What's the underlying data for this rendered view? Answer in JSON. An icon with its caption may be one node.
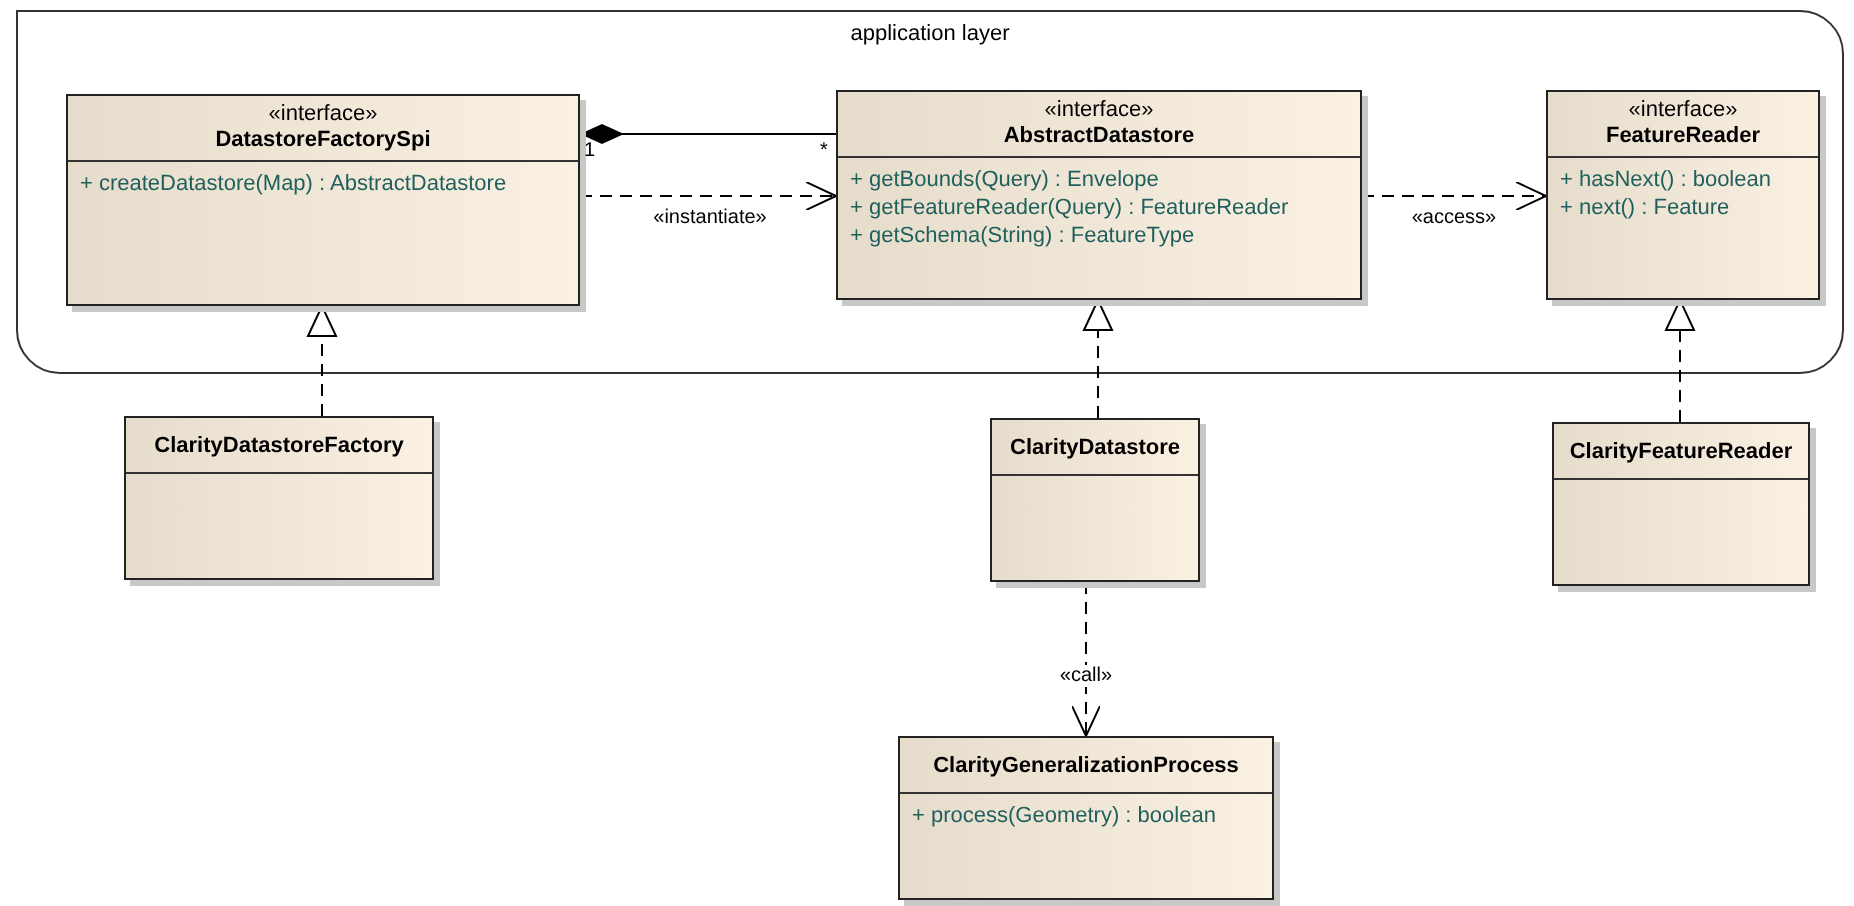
{
  "diagram": {
    "nodes": [
      {
        "text": [
          "application layer"
        ]
      },
      {
        "text": [
          "«interface» **DatastoreFactorySpi**",
          "+ createDatastore(Map) : AbstractDatastore"
        ],
        "in": 0
      },
      {
        "text": [
          "«interface» **AbstractDatastore**",
          "+ getBounds(Query) : Envelope",
          "+ getFeatureReader(Query) : FeatureReader",
          "+ getSchema(String) : FeatureType"
        ],
        "in": 0
      },
      {
        "text": [
          "«interface» **FeatureReader**",
          "+ hasNext() : boolean",
          "+ next() : Feature"
        ],
        "in": 0
      },
      {
        "text": [
          "ClarityDatastoreFactory"
        ]
      },
      {
        "text": [
          "ClarityDatastore"
        ]
      },
      {
        "text": [
          "ClarityFeatureReader"
        ]
      },
      {
        "text": [
          "ClarityGeneralizationProcess",
          "+ process(Geometry) : boolean"
        ]
      }
    ],
    "edges": [
      {
        "from": 1,
        "to": 2,
        "arrow": "other"
      },
      {
        "from": 1,
        "to": 2,
        "arrow": "to",
        "style": "dashed",
        "label": "«instantiate»"
      },
      {
        "from": 2,
        "to": 3,
        "arrow": "to",
        "style": "dashed",
        "label": "«access»"
      },
      {
        "from": 4,
        "to": 1,
        "arrow": "to",
        "style": "dashed"
      },
      {
        "from": 5,
        "to": 2,
        "arrow": "to",
        "style": "dashed"
      },
      {
        "from": 6,
        "to": 3,
        "arrow": "to",
        "style": "dashed"
      },
      {
        "from": 5,
        "to": 7,
        "arrow": "to",
        "style": "dashed",
        "label": "«call»"
      }
    ],
    "labels": [
      "1",
      "*"
    ]
  }
}
